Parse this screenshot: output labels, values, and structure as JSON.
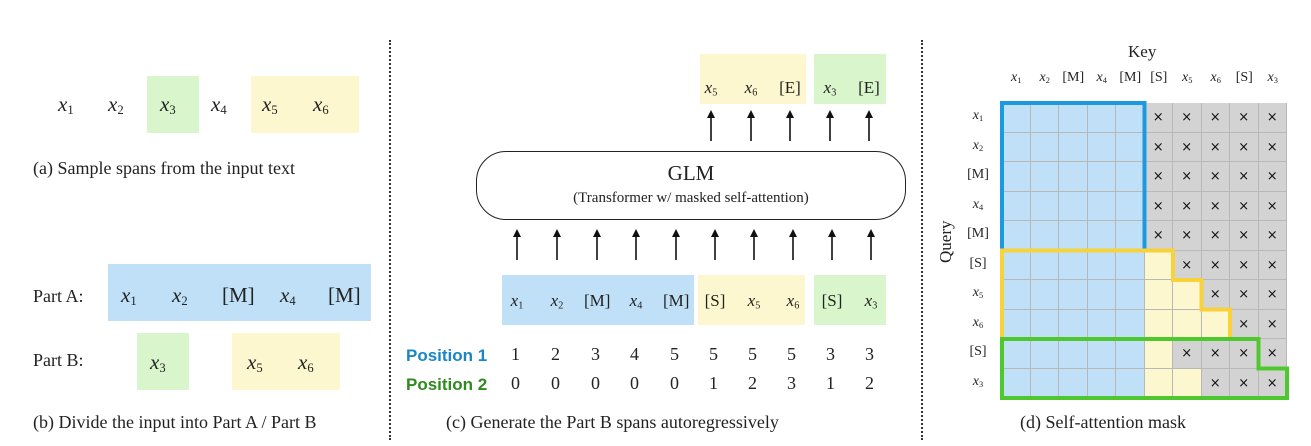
{
  "panel_a": {
    "tokens": [
      {
        "base": "x",
        "sub": "1",
        "color": "none"
      },
      {
        "base": "x",
        "sub": "2",
        "color": "none"
      },
      {
        "base": "x",
        "sub": "3",
        "color": "green"
      },
      {
        "base": "x",
        "sub": "4",
        "color": "none"
      },
      {
        "base": "x",
        "sub": "5",
        "color": "yellow"
      },
      {
        "base": "x",
        "sub": "6",
        "color": "yellow"
      }
    ],
    "caption": "(a)  Sample spans from the input text"
  },
  "panel_b": {
    "part_a_label": "Part A:",
    "part_b_label": "Part B:",
    "part_a_tokens": [
      "x|1",
      "x|2",
      "[M]",
      "x|4",
      "[M]"
    ],
    "part_b_group1": [
      "x|3"
    ],
    "part_b_group2": [
      "x|5",
      "x|6"
    ],
    "caption": "(b)  Divide the input into Part A / Part B"
  },
  "panel_c": {
    "model_title": "GLM",
    "model_subtitle": "(Transformer w/ masked self-attention)",
    "outputs": [
      "x|5",
      "x|6",
      "[E]",
      "x|3",
      "[E]"
    ],
    "inputs": [
      "x|1",
      "x|2",
      "[M]",
      "x|4",
      "[M]",
      "[S]",
      "x|5",
      "x|6",
      "[S]",
      "x|3"
    ],
    "position1_label": "Position 1",
    "position2_label": "Position 2",
    "position1": [
      "1",
      "2",
      "3",
      "4",
      "5",
      "5",
      "5",
      "5",
      "3",
      "3"
    ],
    "position2": [
      "0",
      "0",
      "0",
      "0",
      "0",
      "1",
      "2",
      "3",
      "1",
      "2"
    ],
    "caption": "(c)  Generate the Part B spans autoregressively",
    "colors": {
      "pos1": "#1a86c8",
      "pos2": "#2e8b1e"
    }
  },
  "panel_d": {
    "key_label": "Key",
    "query_label": "Query",
    "tokens": [
      "x|1",
      "x|2",
      "[M]",
      "x|4",
      "[M]",
      "[S]",
      "x|5",
      "x|6",
      "[S]",
      "x|3"
    ],
    "visible_cols_per_row": [
      5,
      5,
      5,
      5,
      5,
      6,
      7,
      8,
      6,
      7
    ],
    "mask_symbol": "×",
    "caption": "(d)  Self-attention mask",
    "colors": {
      "blue": "#1c9ae0",
      "yellow": "#f7d23a",
      "green": "#4fc830",
      "gray": "#d3d3d3"
    }
  }
}
